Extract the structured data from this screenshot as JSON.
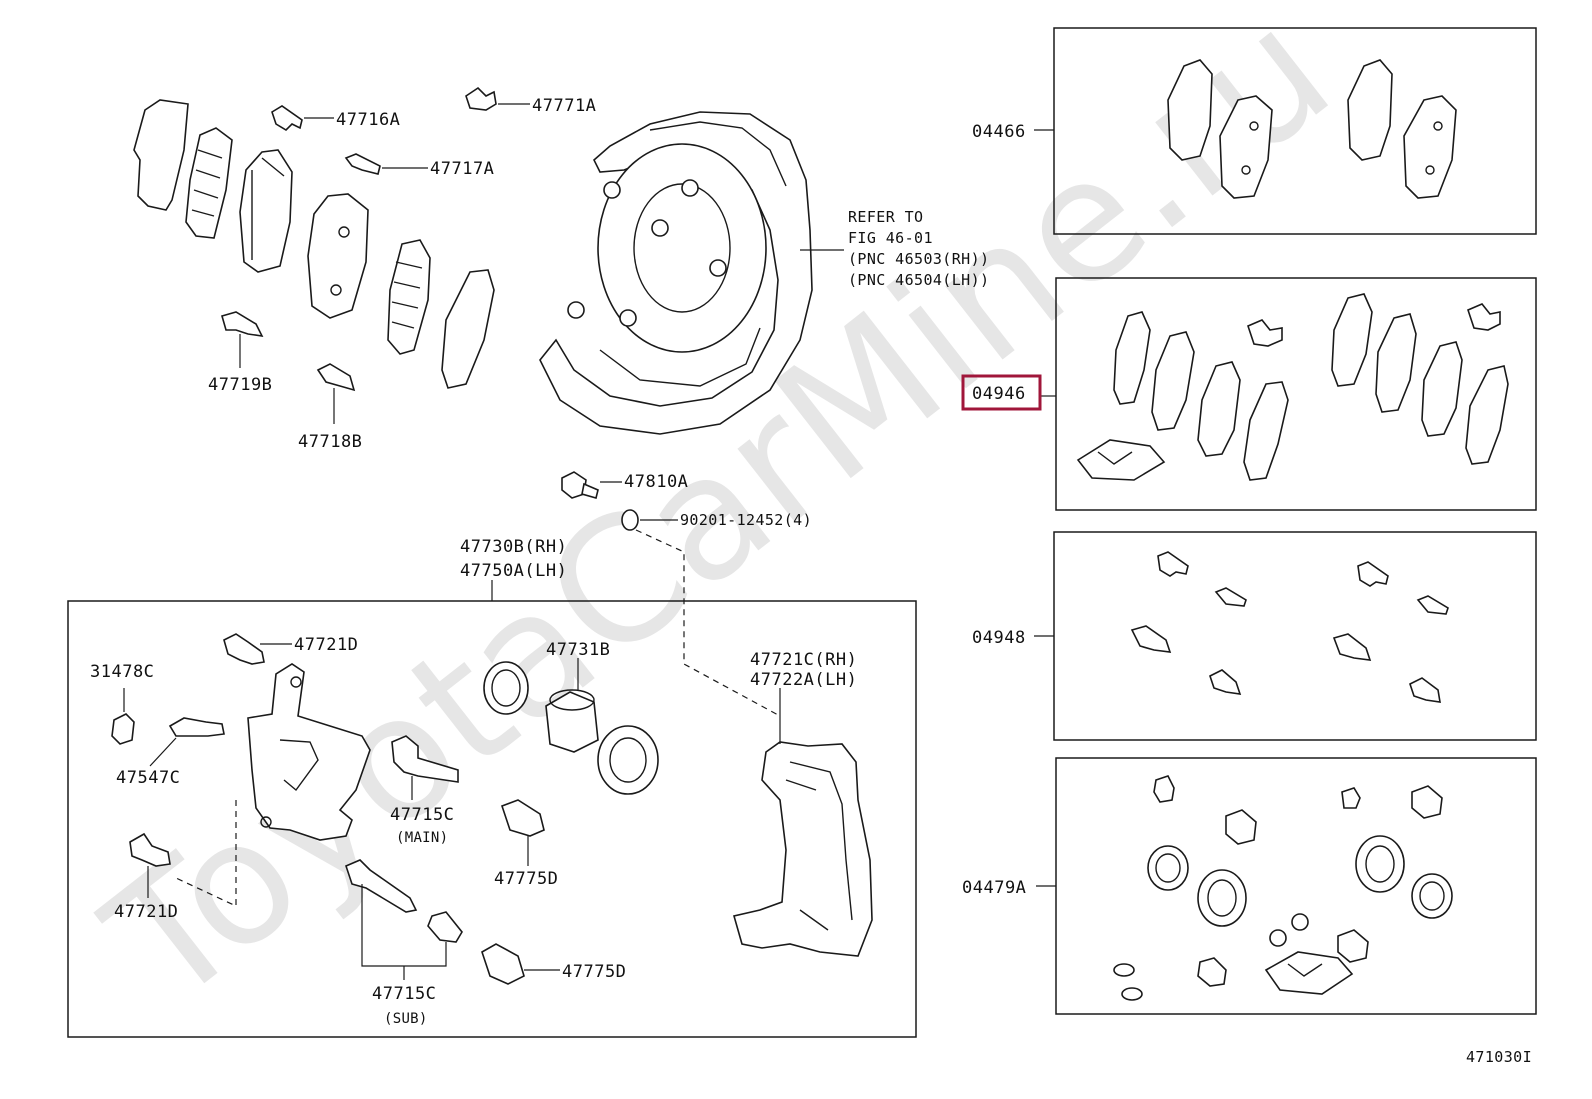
{
  "watermark": "ToyotaCarMine.ru",
  "diagram_id": "471030I",
  "refer_note": [
    "REFER TO",
    "FIG 46-01",
    "(PNC 46503(RH))",
    "(PNC 46504(LH))"
  ],
  "highlight_color": "#a0163a",
  "parts": {
    "p47716A": "47716A",
    "p47771A": "47771A",
    "p47717A": "47717A",
    "p47719B": "47719B",
    "p47718B": "47718B",
    "p47810A": "47810A",
    "p90201": "90201-12452(4)",
    "p47730B": "47730B(RH)",
    "p47750A": "47750A(LH)",
    "p47721D_top": "47721D",
    "p31478C": "31478C",
    "p47547C": "47547C",
    "p47731B": "47731B",
    "p47721C": "47721C(RH)",
    "p47722A": "47722A(LH)",
    "p47715C_main": "47715C",
    "main_note": "(MAIN)",
    "p47775D_a": "47775D",
    "p47721D_bottom": "47721D",
    "p47715C_sub": "47715C",
    "sub_note": "(SUB)",
    "p47775D_b": "47775D"
  },
  "kits": {
    "k04466": "04466",
    "k04946": "04946",
    "k04948": "04948",
    "k04479A": "04479A"
  }
}
